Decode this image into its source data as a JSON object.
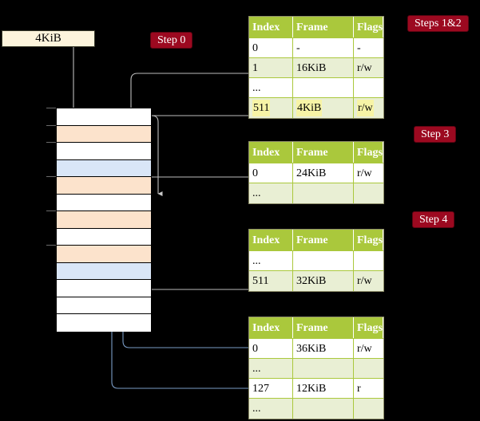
{
  "diagram": {
    "title_badges": [
      {
        "id": "steps-1-2",
        "label": "Steps 1&2"
      },
      {
        "id": "step-0",
        "label": "Step 0"
      },
      {
        "id": "step-3",
        "label": "Step 3"
      },
      {
        "id": "step-4",
        "label": "Step 4"
      }
    ],
    "virtual_address_box": {
      "label": "4KiB"
    },
    "columns": [
      "Index",
      "Frame",
      "Flags"
    ],
    "memory_column": {
      "rows": [
        {
          "fill": "white"
        },
        {
          "fill": "orange"
        },
        {
          "fill": "white"
        },
        {
          "fill": "blue"
        },
        {
          "fill": "orange"
        },
        {
          "fill": "white"
        },
        {
          "fill": "orange"
        },
        {
          "fill": "white"
        },
        {
          "fill": "orange"
        },
        {
          "fill": "blue"
        },
        {
          "fill": "white"
        },
        {
          "fill": "white"
        },
        {
          "fill": "white"
        }
      ]
    },
    "tables": [
      {
        "id": "level-4-table",
        "headers": [
          "Index",
          "Frame",
          "Flags"
        ],
        "rows": [
          {
            "index": "0",
            "frame": "-",
            "flags": "-",
            "style": "plain",
            "highlight": false
          },
          {
            "index": "1",
            "frame": "16KiB",
            "flags": "r/w",
            "style": "alt",
            "highlight": false
          },
          {
            "index": "...",
            "frame": "",
            "flags": "",
            "style": "plain",
            "highlight": false
          },
          {
            "index": "511",
            "frame": "4KiB",
            "flags": "r/w",
            "style": "alt",
            "highlight": true
          }
        ]
      },
      {
        "id": "level-3-table",
        "headers": [
          "Index",
          "Frame",
          "Flags"
        ],
        "rows": [
          {
            "index": "0",
            "frame": "24KiB",
            "flags": "r/w",
            "style": "plain",
            "highlight": false
          },
          {
            "index": "...",
            "frame": "",
            "flags": "",
            "style": "alt",
            "highlight": false
          }
        ]
      },
      {
        "id": "level-2-table",
        "headers": [
          "Index",
          "Frame",
          "Flags"
        ],
        "rows": [
          {
            "index": "...",
            "frame": "",
            "flags": "",
            "style": "plain",
            "highlight": false
          },
          {
            "index": "511",
            "frame": "32KiB",
            "flags": "r/w",
            "style": "alt",
            "highlight": false
          }
        ]
      },
      {
        "id": "level-1-table",
        "headers": [
          "Index",
          "Frame",
          "Flags"
        ],
        "rows": [
          {
            "index": "0",
            "frame": "36KiB",
            "flags": "r/w",
            "style": "plain",
            "highlight": false
          },
          {
            "index": "...",
            "frame": "",
            "flags": "",
            "style": "alt",
            "highlight": false
          },
          {
            "index": "127",
            "frame": "12KiB",
            "flags": "r",
            "style": "plain",
            "highlight": false
          },
          {
            "index": "...",
            "frame": "",
            "flags": "",
            "style": "alt",
            "highlight": false
          }
        ]
      }
    ],
    "colors": {
      "background": "#000000",
      "badge": "#9c0920",
      "table_header": "#aac83c",
      "table_alt_row": "#e9efd4",
      "highlight": "#f7f4a6",
      "frame_orange": "#fce3cc",
      "frame_blue": "#d9e6f7",
      "wire_gray": "#b8b8b8",
      "wire_blue": "#7a9cc6",
      "vaddr_box": "#fdf4dc"
    }
  }
}
